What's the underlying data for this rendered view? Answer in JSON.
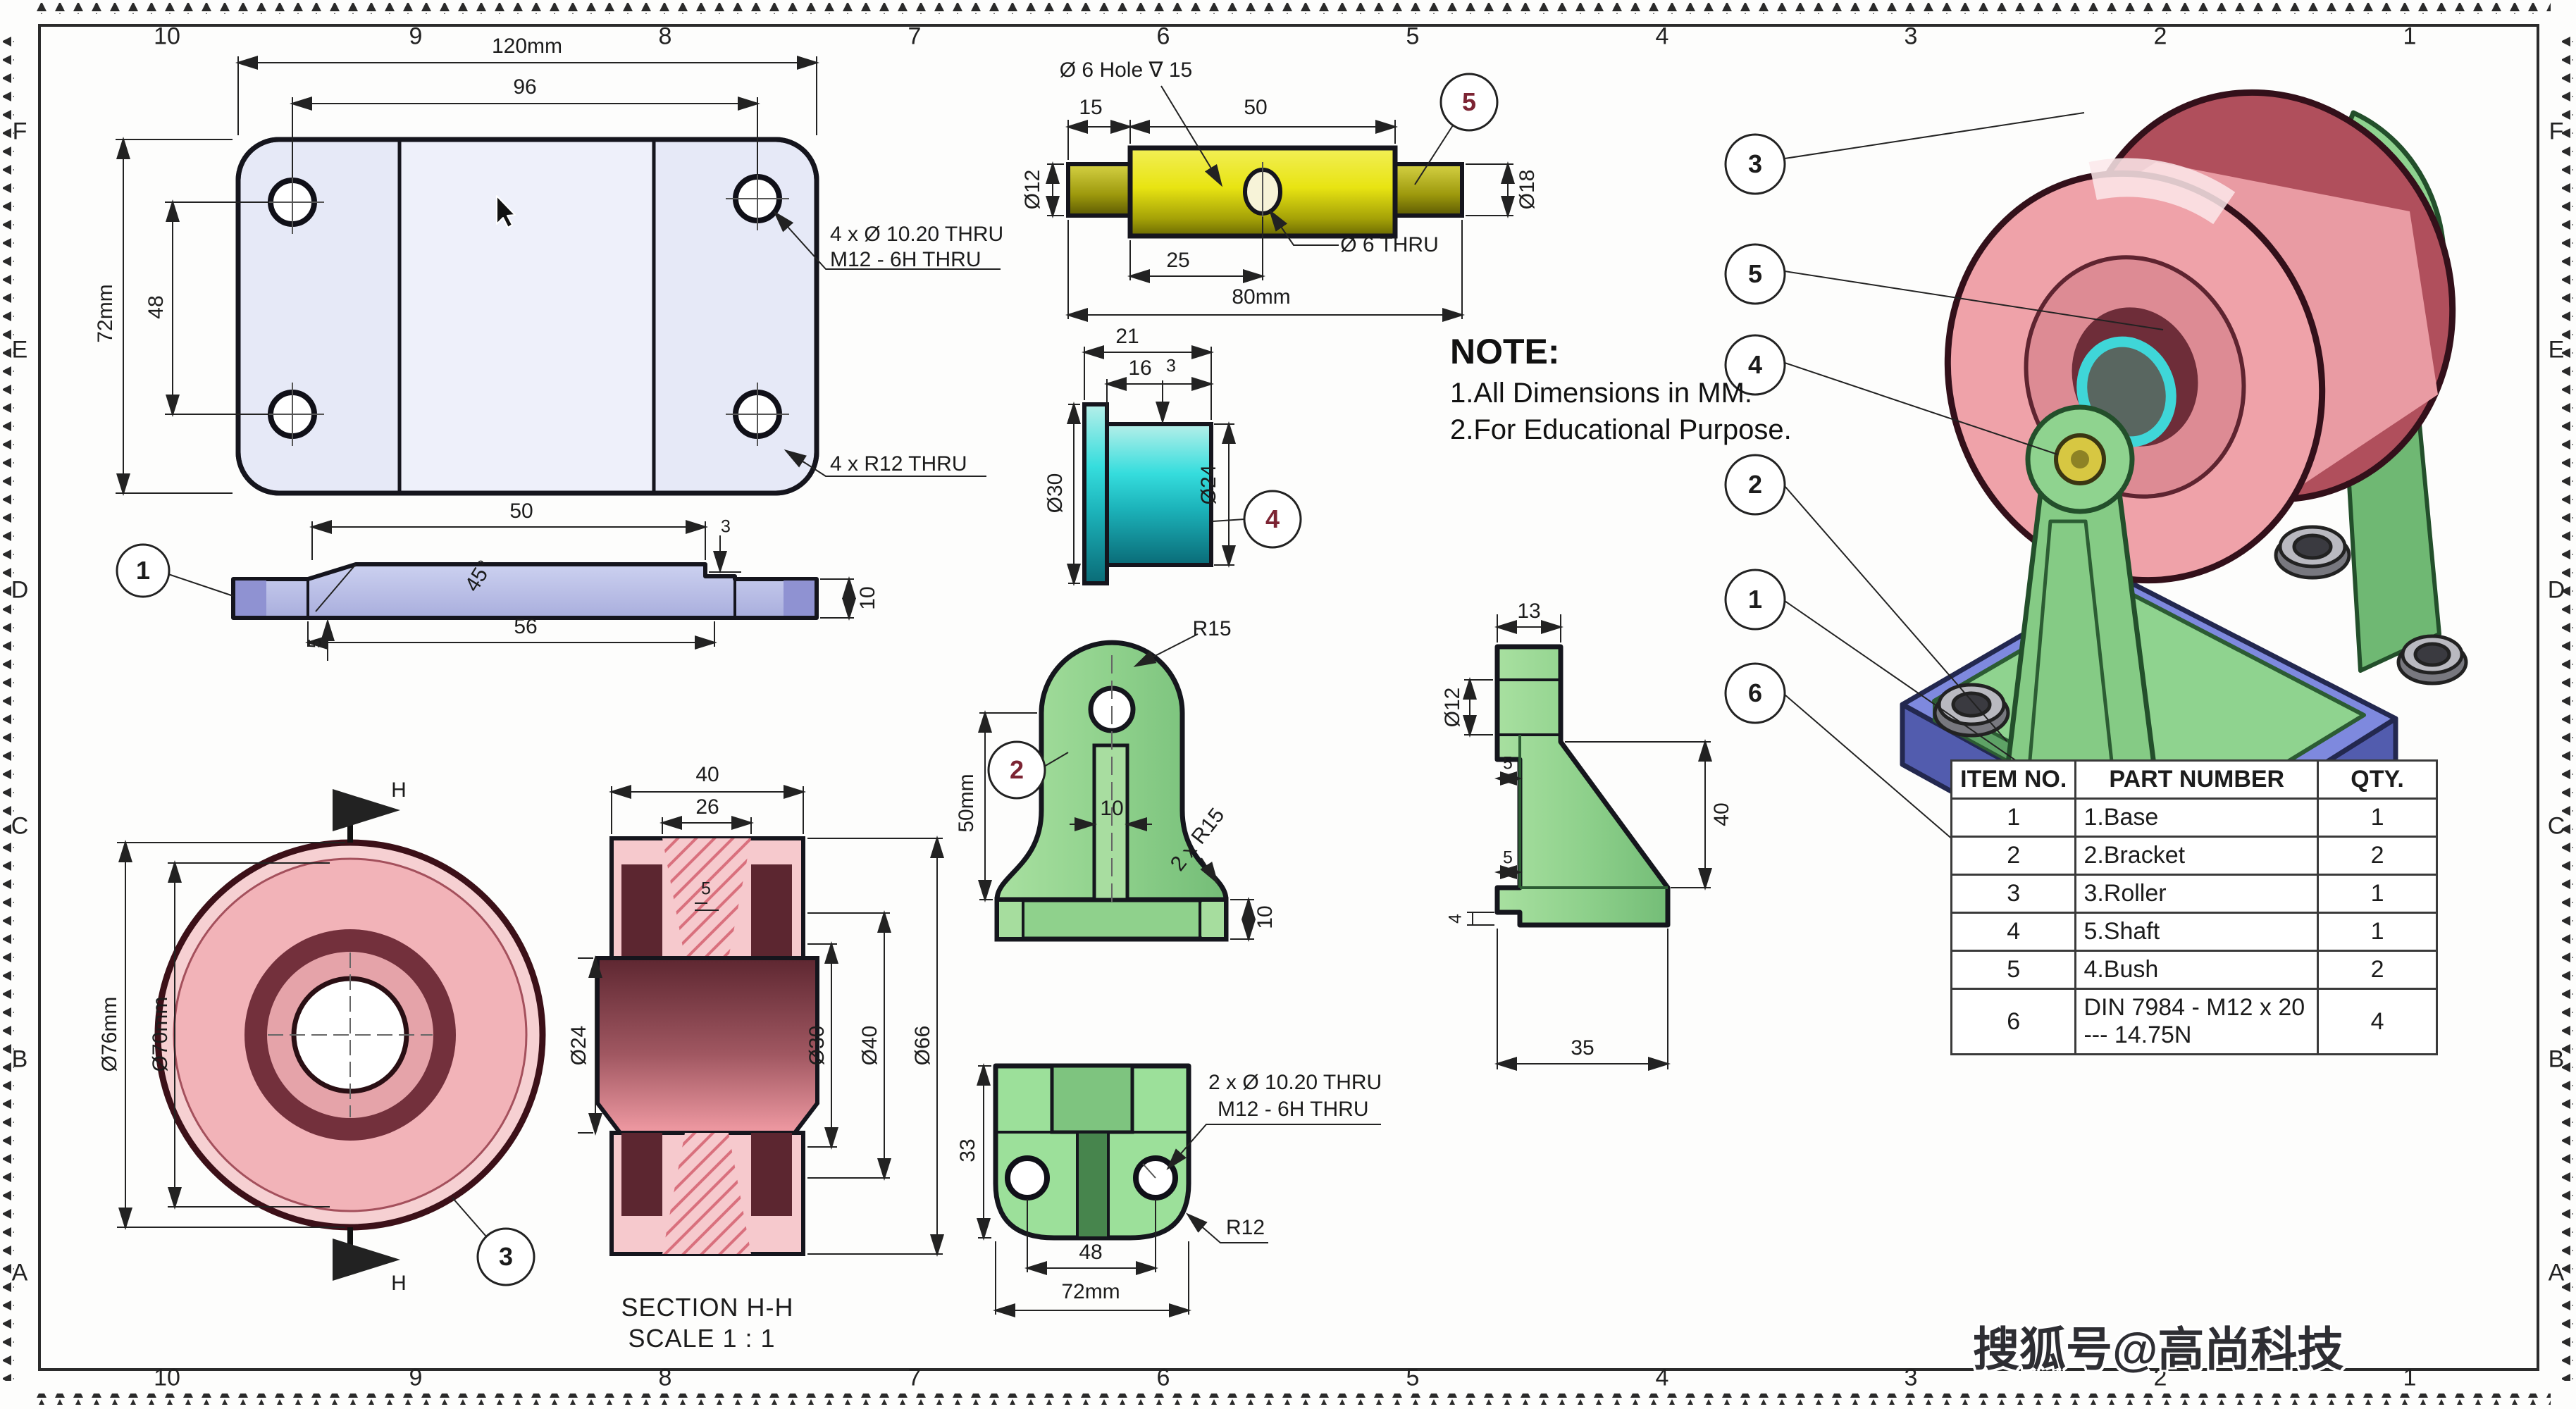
{
  "sheet": {
    "zones_h": [
      "10",
      "9",
      "8",
      "7",
      "6",
      "5",
      "4",
      "3",
      "2",
      "1"
    ],
    "zones_v": [
      "F",
      "E",
      "D",
      "C",
      "B",
      "A"
    ],
    "watermark": "搜狐号@高尚科技"
  },
  "note": {
    "title": "NOTE:",
    "line1": "1.All Dimensions in MM.",
    "line2": "2.For Educational Purpose."
  },
  "base_plate": {
    "balloon": "1",
    "dim_width": "120mm",
    "dim_hole_span_x": "96",
    "dim_height": "72mm",
    "dim_hole_span_y": "48",
    "callout_holes_line1": "4 x Ø 10.20 THRU",
    "callout_holes_line2": "M12 - 6H THRU",
    "callout_corner": "4 x R12 THRU",
    "sec_dim_50": "50",
    "sec_dim_3": "3",
    "sec_angle": "45°",
    "sec_dim_56": "56",
    "sec_dim_10": "10",
    "sec_dim_5": "5"
  },
  "shaft": {
    "balloon": "5",
    "callout_hole": "Ø 6 Hole ∇ 15",
    "dim_15": "15",
    "dim_50": "50",
    "dim_d12": "Ø12",
    "dim_d18": "Ø18",
    "dim_25": "25",
    "dim_hole": "Ø 6 THRU",
    "dim_total": "80mm"
  },
  "bush": {
    "balloon": "4",
    "dim_21": "21",
    "dim_16": "16",
    "dim_3": "3",
    "dim_d30": "Ø30",
    "dim_d24": "Ø24"
  },
  "bracket": {
    "balloon": "2",
    "front": {
      "r15": "R15",
      "height": "50mm",
      "slot": "10",
      "fillet": "2 x R15",
      "base": "10"
    },
    "side": {
      "d13": "13",
      "d12": "Ø12",
      "d5a": "5",
      "d5b": "5",
      "d4": "4",
      "d40": "40",
      "d35": "35"
    },
    "bottom": {
      "d33": "33",
      "callout_line1": "2 x Ø 10.20 THRU",
      "callout_line2": "M12 - 6H THRU",
      "r12": "R12",
      "d48": "48",
      "d72": "72mm"
    }
  },
  "roller": {
    "balloon": "3",
    "dim_d76": "Ø76mm",
    "dim_d70": "Ø70mm",
    "cut_label_top": "H",
    "cut_label_bottom": "H",
    "section": {
      "d40": "40",
      "d26": "26",
      "d5": "5",
      "d24": "Ø24",
      "d30": "Ø30",
      "d40b": "Ø40",
      "d66": "Ø66",
      "caption1": "SECTION H-H",
      "caption2": "SCALE 1 : 1"
    }
  },
  "assembly": {
    "balloons": [
      "3",
      "5",
      "4",
      "2",
      "1",
      "6"
    ]
  },
  "table": {
    "headers": [
      "ITEM NO.",
      "PART NUMBER",
      "QTY."
    ],
    "rows": [
      {
        "item": "1",
        "part": "1.Base",
        "qty": "1"
      },
      {
        "item": "2",
        "part": "2.Bracket",
        "qty": "2"
      },
      {
        "item": "3",
        "part": "3.Roller",
        "qty": "1"
      },
      {
        "item": "4",
        "part": "5.Shaft",
        "qty": "1"
      },
      {
        "item": "5",
        "part": "4.Bush",
        "qty": "2"
      },
      {
        "item": "6",
        "part": "DIN 7984 - M12 x 20 --- 14.75N",
        "qty": "4"
      }
    ]
  }
}
